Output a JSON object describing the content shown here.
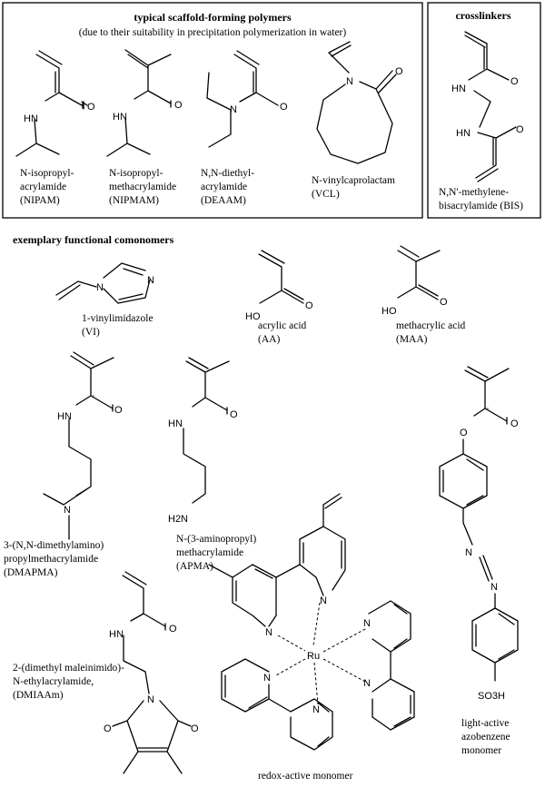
{
  "sections": {
    "scaffold_title": "typical scaffold-forming polymers",
    "scaffold_subtitle": "(due to their suitability in precipitation polymerization in water)",
    "crosslinkers_title": "crosslinkers",
    "comonomers_title": "exemplary functional comonomers"
  },
  "compounds": {
    "nipam": {
      "l1": "N-isopropyl-",
      "l2": "acrylamide",
      "l3": "(NIPAM)"
    },
    "nipmam": {
      "l1": "N-isopropyl-",
      "l2": "methacrylamide",
      "l3": "(NIPMAM)"
    },
    "deaam": {
      "l1": "N,N-diethyl-",
      "l2": "acrylamide",
      "l3": "(DEAAM)"
    },
    "vcl": {
      "l1": "N-vinylcaprolactam",
      "l2": "(VCL)"
    },
    "bis": {
      "l1": "N,N'-methylene-",
      "l2": "bisacrylamide (BIS)"
    },
    "vi": {
      "l1": "1-vinylimidazole",
      "l2": "(VI)"
    },
    "aa": {
      "l1": "acrylic acid",
      "l2": "(AA)"
    },
    "maa": {
      "l1": "methacrylic acid",
      "l2": "(MAA)"
    },
    "dmapma": {
      "l1": "3-(N,N-dimethylamino)",
      "l2": "propylmethacrylamide",
      "l3": "(DMAPMA)"
    },
    "apma": {
      "l1": "N-(3-aminopropyl)",
      "l2": "methacrylamide",
      "l3": "(APMA)"
    },
    "dmiaam": {
      "l1": "2-(dimethyl maleinimido)-",
      "l2": "N-ethylacrylamide,",
      "l3": "(DMIAAm)"
    },
    "ru": {
      "l1": "redox-active monomer"
    },
    "azo": {
      "l1": "light-active",
      "l2": "azobenzene",
      "l3": "monomer"
    }
  },
  "atoms": {
    "hn": "HN",
    "o": "O",
    "n": "N",
    "ho": "HO",
    "h2n": "H2N",
    "ru": "Ru",
    "so3h": "SO3H"
  }
}
